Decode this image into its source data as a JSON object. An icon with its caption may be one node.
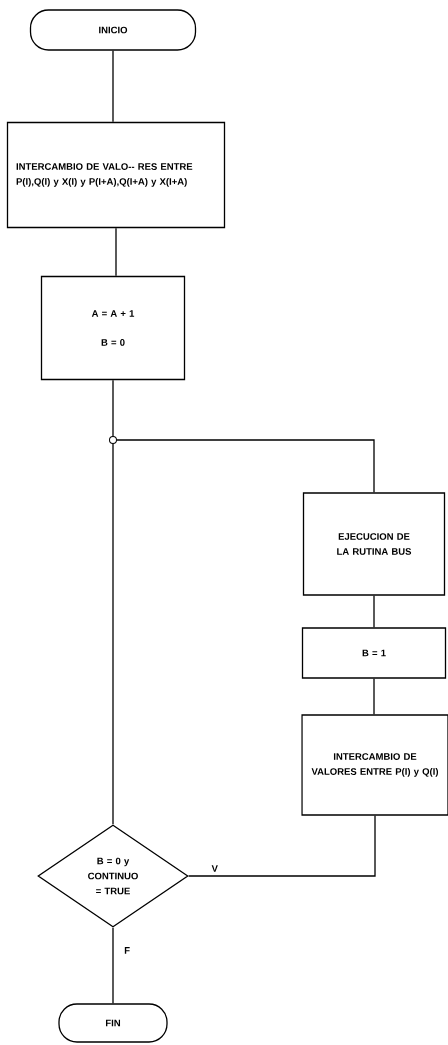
{
  "diagram": {
    "nodes": [
      {
        "text": [
          "INICIO"
        ]
      },
      {
        "text": [
          "INTERCAMBIO DE VALO-- RES ENTRE P(I),Q(I) y X(I) y P(I+A),Q(I+A) y X(I+A)"
        ]
      },
      {
        "text": [
          "A = A + 1",
          "B = 0"
        ]
      },
      {
        "text": [],
        "shape": "circle"
      },
      {
        "text": [
          "EJECUCION DE LA RUTINA BUS"
        ]
      },
      {
        "text": [
          "B = 1"
        ]
      },
      {
        "text": [
          "INTERCAMBIO DE VALORES ENTRE P(I) y Q(I)"
        ]
      },
      {
        "text": [
          "B = 0 y CONTINUO = TRUE"
        ]
      },
      {
        "text": [
          "FIN"
        ]
      }
    ],
    "edges": [
      {
        "from": 0,
        "to": 1,
        "arrow": "none"
      },
      {
        "from": 1,
        "to": 2,
        "arrow": "none"
      },
      {
        "from": 2,
        "to": 3,
        "arrow": "none"
      },
      {
        "from": 3,
        "to": 7,
        "arrow": "none"
      },
      {
        "from": 3,
        "to": 4,
        "arrow": "none"
      },
      {
        "from": 4,
        "to": 5,
        "arrow": "none"
      },
      {
        "from": 5,
        "to": 6,
        "arrow": "none"
      },
      {
        "from": 6,
        "to": 7,
        "label": "V",
        "arrow": "none"
      },
      {
        "from": 7,
        "to": 8,
        "label": "F",
        "arrow": "none"
      }
    ]
  }
}
